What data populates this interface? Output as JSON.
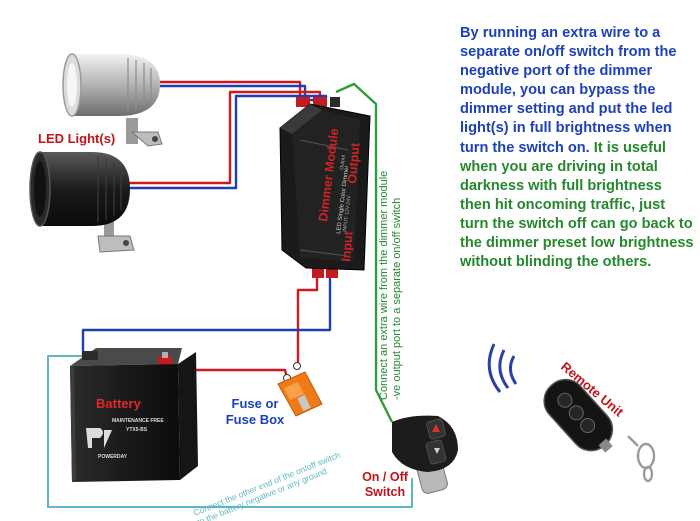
{
  "description_paragraph": {
    "part1": "By running an extra wire to a separate on/off switch from the negative port of the dimmer module, you can bypass the dimmer setting and put the led light(s) in full brightness when turn the switch on.",
    "part2": "It is useful when you are driving in total darkness with full brightness then hit oncoming traffic, just turn the switch off can go back to the dimmer preset low brightness without blinding the others."
  },
  "labels": {
    "led_lights": "LED Light(s)",
    "fuse": "Fuse or\nFuse Box",
    "switch": "On / Off\nSwitch",
    "remote": "Remote Unit",
    "battery": "Battery",
    "battery_brand": "POWERDAY",
    "battery_sub": "MAINTENANCE FREE",
    "battery_model": "YTX5-BS",
    "dimmer_name": "Dimmer Module",
    "dimmer_caption": "LED Single Color Dimmer",
    "dimmer_voltage": "INPUT: 12V-24V",
    "dimmer_output_small": "Output",
    "output_port": "Output",
    "input_port": "Input"
  },
  "annotations": {
    "extra_wire": "Connect an extra wire from the dimmer module -ve output port to a separate on/off switch",
    "ground": "Connect the other end of the on/off switch to the battery negative or any ground"
  },
  "colors": {
    "red_wire": "#d0191f",
    "blue_wire": "#1d3fb0",
    "green_wire": "#2e9e3a",
    "teal_wire": "#5fb8c4",
    "fuse_orange": "#f07a18",
    "text_blue": "#1d41b8",
    "text_green": "#25882c",
    "text_red": "#c0141a"
  }
}
